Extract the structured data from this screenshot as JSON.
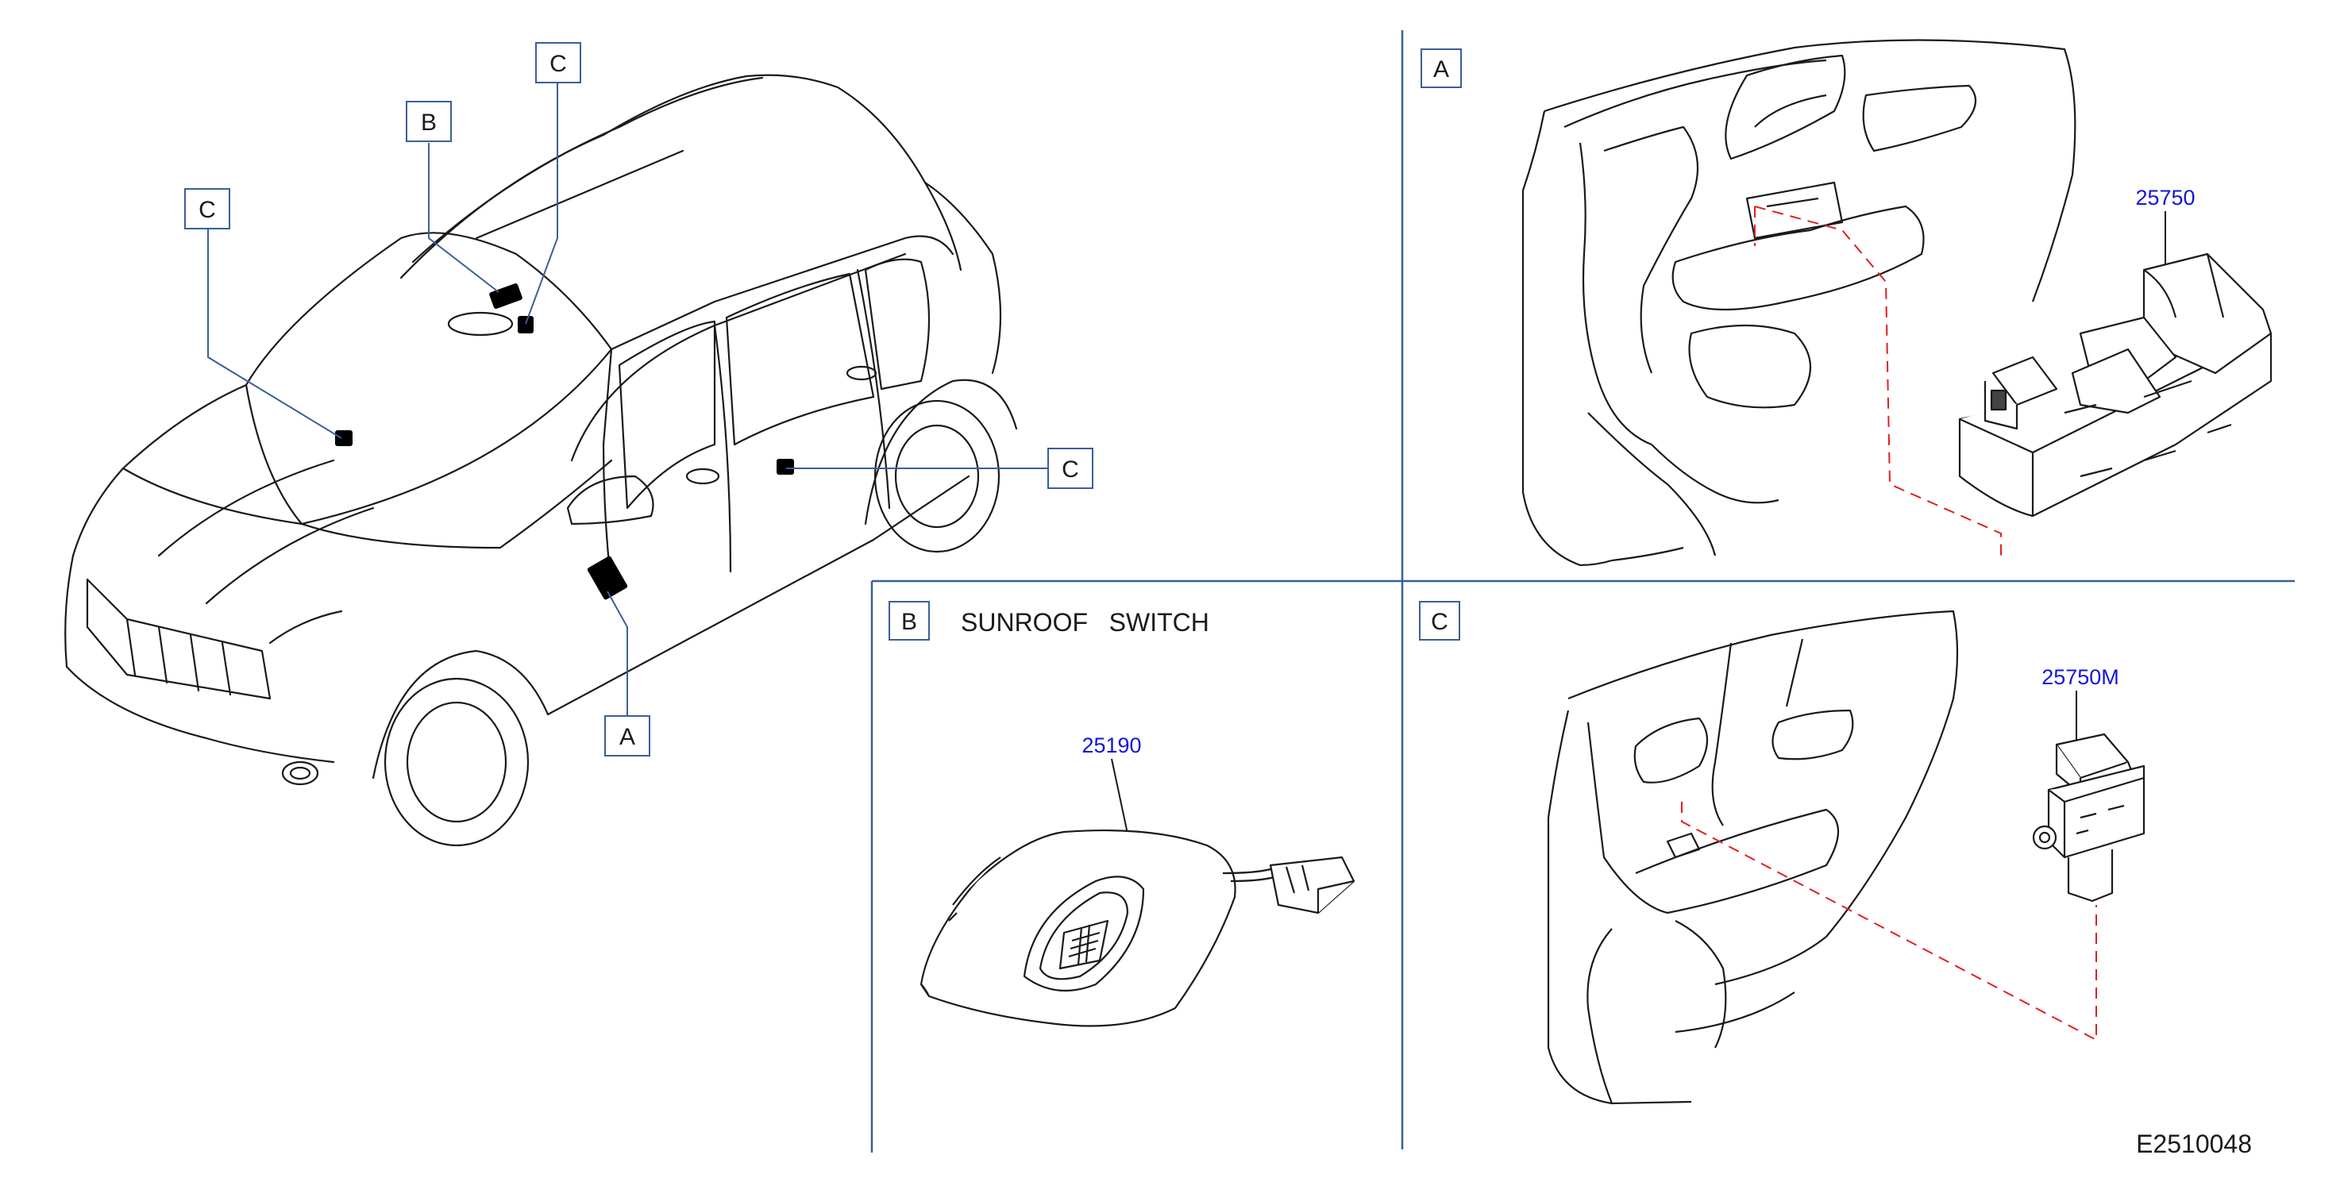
{
  "callouts": {
    "car_c_left": "C",
    "car_b": "B",
    "car_c_top": "C",
    "car_c_right": "C",
    "car_a": "A"
  },
  "panels": {
    "a": {
      "tag": "A",
      "part_number": "25750"
    },
    "b": {
      "tag": "B",
      "title": "SUNROOF   SWITCH",
      "part_number": "25190"
    },
    "c": {
      "tag": "C",
      "part_number": "25750M"
    }
  },
  "figure_id": "E2510048",
  "colors": {
    "line": "#1a1a1a",
    "frame": "#3a5f9a",
    "part_number": "#1515d8",
    "leader_dash": "#e02020",
    "switch_block": "#000000"
  }
}
